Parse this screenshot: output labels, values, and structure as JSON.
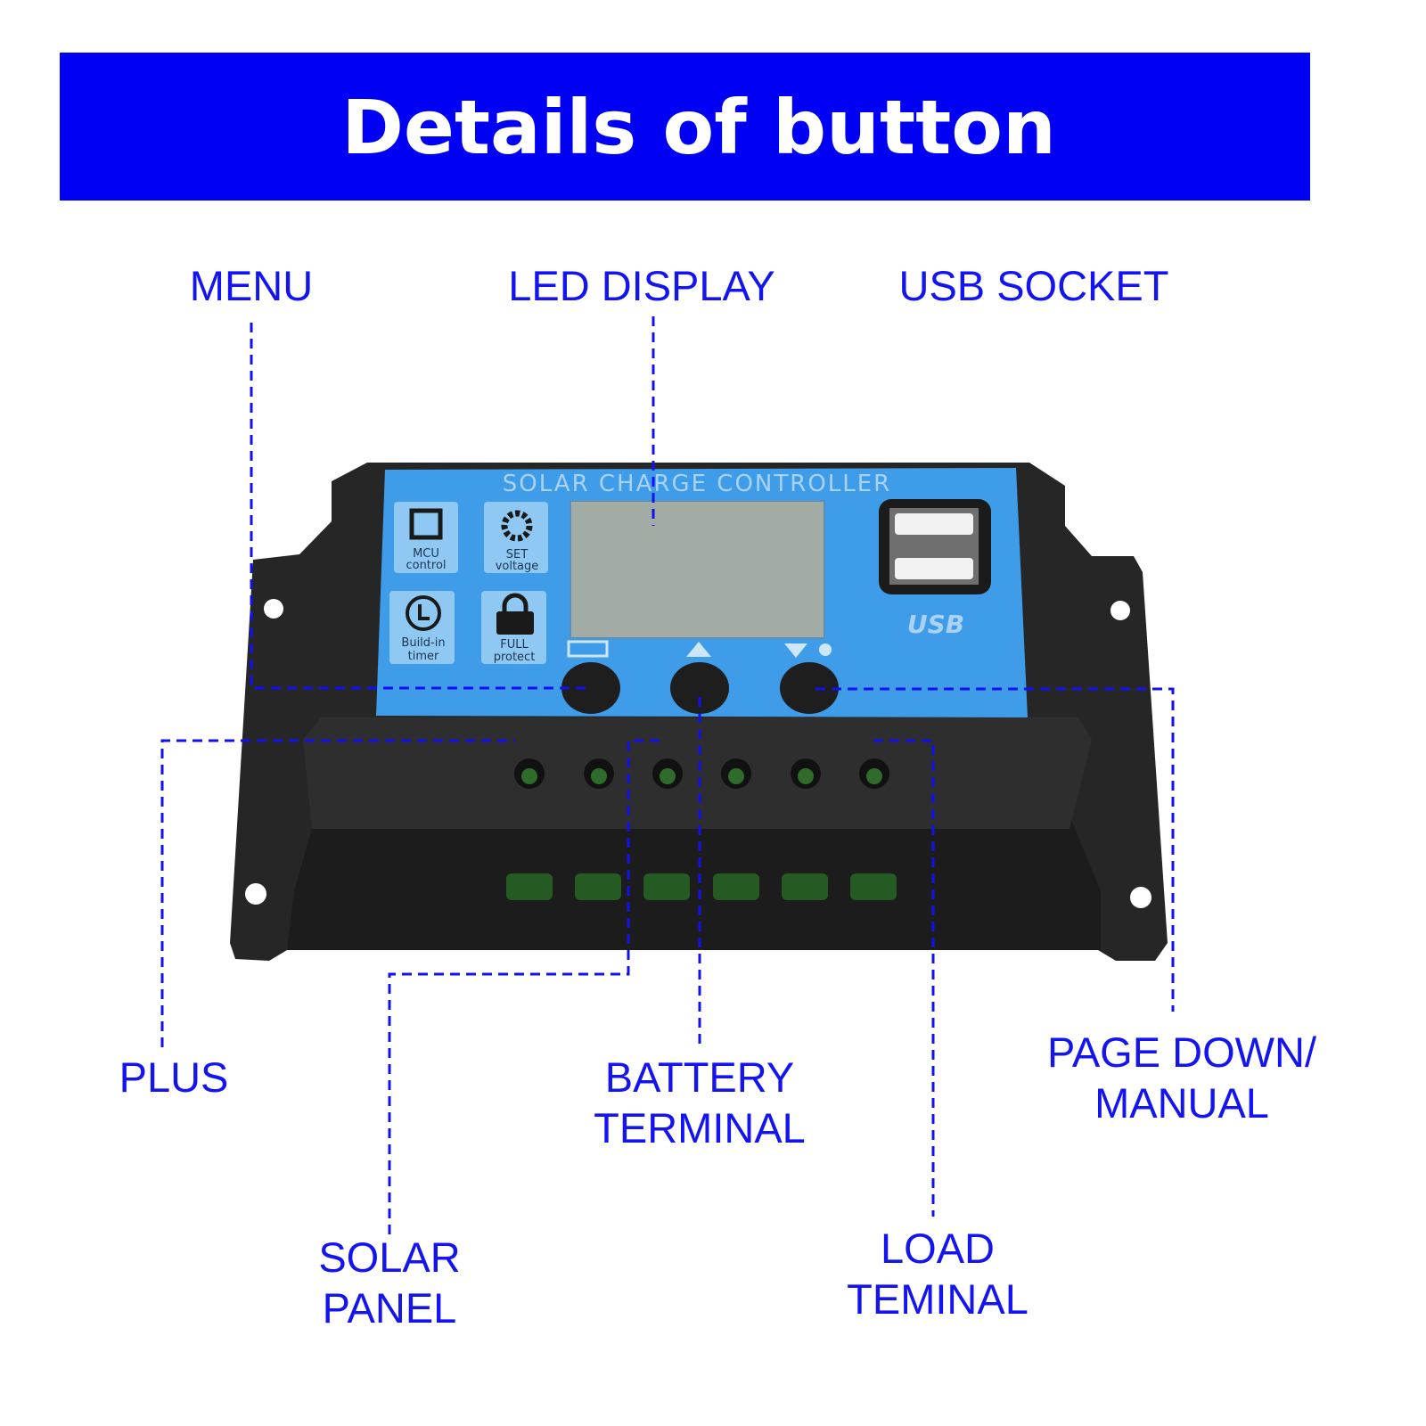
{
  "header": {
    "title": "Details of button"
  },
  "labels": {
    "menu": "MENU",
    "led_display": "LED DISPLAY",
    "usb_socket": "USB SOCKET",
    "plus": "PLUS",
    "solar_panel": [
      "SOLAR",
      "PANEL"
    ],
    "battery_terminal": [
      "BATTERY",
      "TERMINAL"
    ],
    "load_terminal": [
      "LOAD",
      "TEMINAL"
    ],
    "page_down_manual": [
      "PAGE DOWN/",
      "MANUAL"
    ]
  },
  "device": {
    "panel_title": "SOLAR CHARGE CONTROLLER",
    "tiles": [
      {
        "line1": "MCU",
        "line2": "control"
      },
      {
        "line1": "SET",
        "line2": "voltage"
      },
      {
        "line1": "Build-in",
        "line2": "timer"
      },
      {
        "line1": "FULL",
        "line2": "protect"
      }
    ],
    "usb_text": "USB"
  },
  "colors": {
    "header": "#0000f5",
    "label": "#1414f0",
    "panel": "#3f9ce8",
    "body": "#262626"
  }
}
